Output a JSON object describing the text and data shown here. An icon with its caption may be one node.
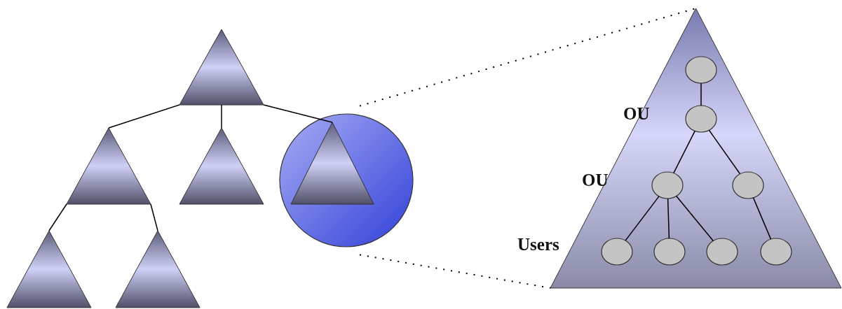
{
  "diagram": {
    "nodes": [
      {
        "text": [],
        "shape": "triangle"
      },
      {
        "text": [],
        "shape": "triangle"
      },
      {
        "text": [],
        "shape": "triangle"
      },
      {
        "text": [],
        "shape": "circle"
      },
      {
        "text": [],
        "shape": "triangle",
        "in": 3
      },
      {
        "text": [],
        "shape": "triangle"
      },
      {
        "text": [],
        "shape": "triangle"
      },
      {
        "text": [],
        "shape": "triangle"
      },
      {
        "text": [],
        "shape": "circle",
        "in": 7
      },
      {
        "text": [],
        "shape": "circle",
        "in": 7
      },
      {
        "text": [],
        "shape": "circle",
        "in": 7
      },
      {
        "text": [],
        "shape": "circle",
        "in": 7
      },
      {
        "text": [],
        "shape": "circle",
        "in": 7
      },
      {
        "text": [],
        "shape": "circle",
        "in": 7
      },
      {
        "text": [],
        "shape": "circle",
        "in": 7
      },
      {
        "text": [],
        "shape": "circle",
        "in": 7
      }
    ],
    "edges": [
      {
        "from": 0,
        "to": 1,
        "arrow": "none"
      },
      {
        "from": 0,
        "to": 2,
        "arrow": "none"
      },
      {
        "from": 0,
        "to": 4,
        "arrow": "none"
      },
      {
        "from": 1,
        "to": 5,
        "arrow": "none"
      },
      {
        "from": 1,
        "to": 6,
        "arrow": "none"
      },
      {
        "from": 3,
        "to": 7,
        "arrow": "none",
        "style": "dashed"
      },
      {
        "from": 3,
        "to": 7,
        "arrow": "none",
        "style": "dashed"
      },
      {
        "from": 8,
        "to": 9,
        "arrow": "none"
      },
      {
        "from": 9,
        "to": 10,
        "arrow": "none"
      },
      {
        "from": 9,
        "to": 11,
        "arrow": "none"
      },
      {
        "from": 10,
        "to": 12,
        "arrow": "none"
      },
      {
        "from": 10,
        "to": 13,
        "arrow": "none"
      },
      {
        "from": 10,
        "to": 14,
        "arrow": "none"
      },
      {
        "from": 11,
        "to": 15,
        "arrow": "none"
      }
    ],
    "labels": [
      "OU",
      "OU",
      "Users"
    ]
  }
}
